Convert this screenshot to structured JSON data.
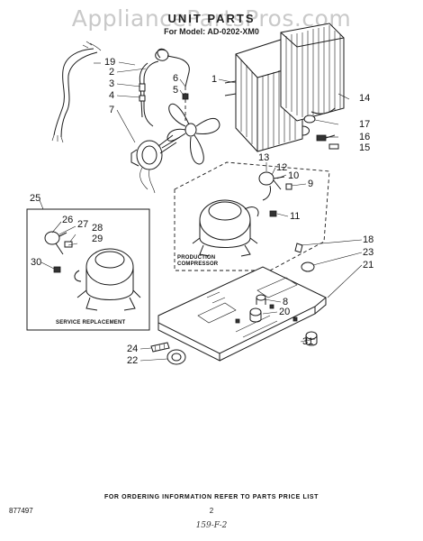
{
  "watermark": "AppliancePartsPros.com",
  "title": "UNIT PARTS",
  "subtitle": "For Model: AD-0202-XM0",
  "callouts": {
    "c1": "1",
    "c2": "2",
    "c3": "3",
    "c4": "4",
    "c5": "5",
    "c6": "6",
    "c7": "7",
    "c8": "8",
    "c9": "9",
    "c10": "10",
    "c11": "11",
    "c12": "12",
    "c13": "13",
    "c14": "14",
    "c15": "15",
    "c16": "16",
    "c17": "17",
    "c18": "18",
    "c19": "19",
    "c20": "20",
    "c21": "21",
    "c22": "22",
    "c23": "23",
    "c24": "24",
    "c25": "25",
    "c26": "26",
    "c27": "27",
    "c28": "28",
    "c29": "29",
    "c30": "30",
    "c31": "31"
  },
  "production_box_label": [
    "PRODUCTION",
    "COMPRESSOR"
  ],
  "service_box_label": "SERVICE REPLACEMENT",
  "footer": "FOR ORDERING INFORMATION REFER TO PARTS PRICE LIST",
  "document_number": "877497",
  "page_number": "2",
  "handwritten_note": "159-F-2"
}
